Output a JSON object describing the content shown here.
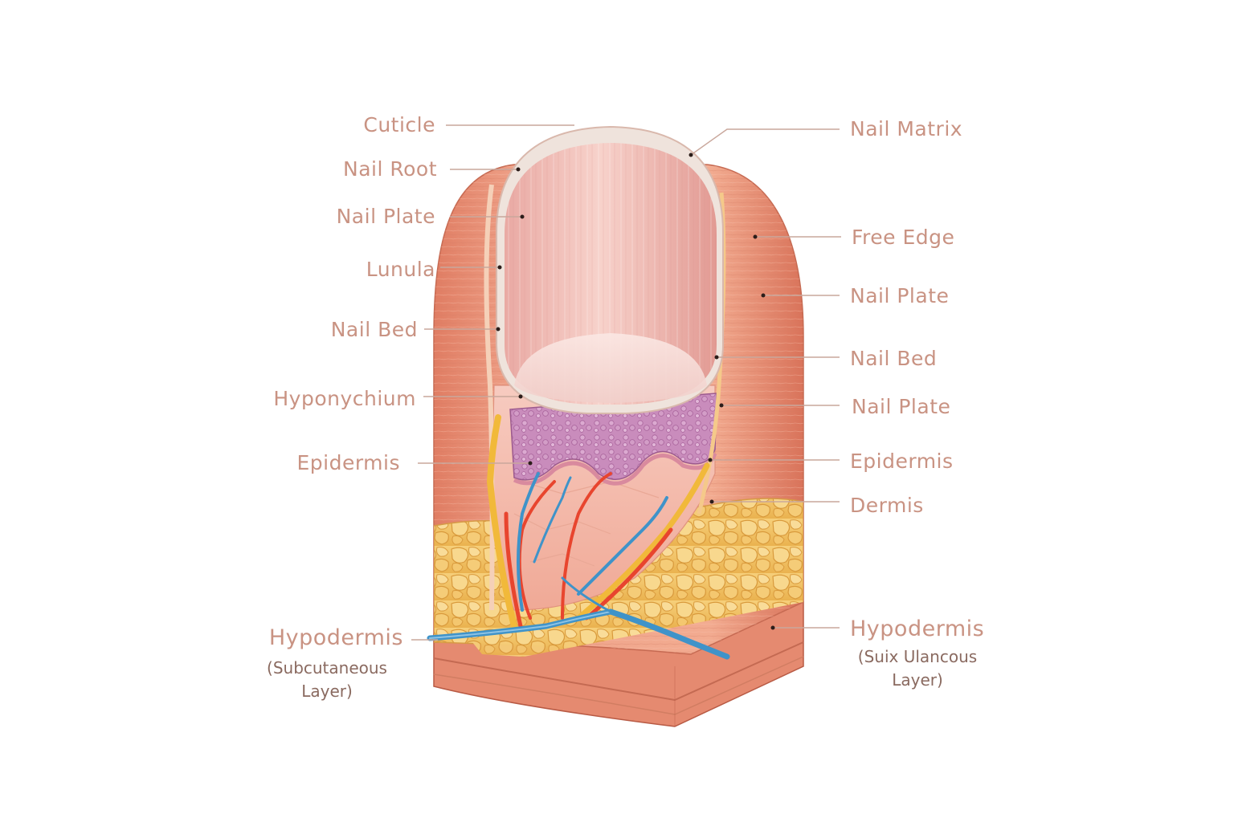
{
  "diagram": {
    "left_labels": [
      "Cuticle",
      "Nail Root",
      "Nail Plate",
      "Lunula",
      "Nail Bed",
      "Hyponychium",
      "Epidermis",
      "Hypodermis"
    ],
    "left_sublabel": [
      "(Subcutaneous",
      "Layer)"
    ],
    "right_labels": [
      "Nail Matrix",
      "Free Edge",
      "Nail Plate",
      "Nail Bed",
      "Nail Plate",
      "Epidermis",
      "Dermis",
      "Hypodermis"
    ],
    "right_sublabel": [
      "(Suix Ulancous",
      "Layer)"
    ]
  },
  "colors": {
    "label_text": "#c99383",
    "sublabel_text": "#8a6a60",
    "leader_line": "#c9a79c",
    "skin": "#e9967e",
    "nail": "#f2c0b8",
    "fat": "#f2c26a",
    "epidermis_layer": "#c67fb0",
    "artery": "#e8452e",
    "vein": "#3f93c9"
  }
}
